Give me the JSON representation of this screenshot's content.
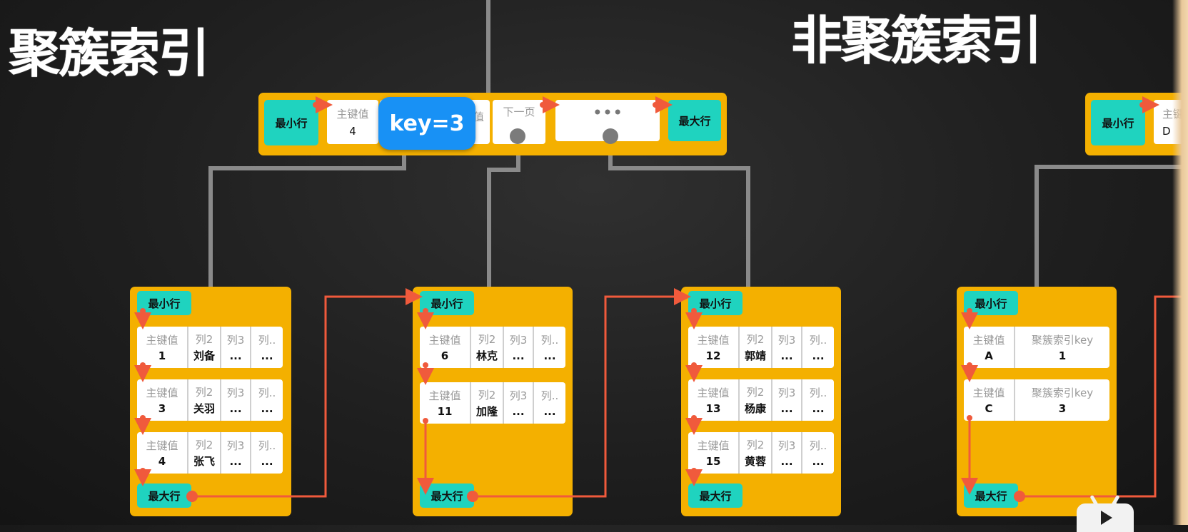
{
  "titles": {
    "left": "聚簇索引",
    "right": "非聚簇索引"
  },
  "labels": {
    "min_row": "最小行",
    "max_row": "最大行",
    "pk": "主键值",
    "next_page": "下一页",
    "ellipsis": "...",
    "dots": "•••",
    "col2": "列2",
    "col3": "列3",
    "col4": "列..",
    "cluster_key": "聚簇索引key"
  },
  "key_badge": "key=3",
  "root": {
    "entries": [
      {
        "header": "主键值",
        "value": "4"
      },
      {
        "header": "值",
        "value": ""
      },
      {
        "header": "下一页",
        "value": ""
      }
    ]
  },
  "leaf_pages": [
    {
      "rows": [
        {
          "pk": "1",
          "col2": "刘备"
        },
        {
          "pk": "3",
          "col2": "关羽"
        },
        {
          "pk": "4",
          "col2": "张飞"
        }
      ]
    },
    {
      "rows": [
        {
          "pk": "6",
          "col2": "林克"
        },
        {
          "pk": "11",
          "col2": "加隆"
        }
      ]
    },
    {
      "rows": [
        {
          "pk": "12",
          "col2": "郭靖"
        },
        {
          "pk": "13",
          "col2": "杨康"
        },
        {
          "pk": "15",
          "col2": "黄蓉"
        }
      ]
    }
  ],
  "secondary": {
    "root_first_value": "D",
    "root_first_header": "主键",
    "leaf_rows": [
      {
        "pk": "A",
        "key": "1"
      },
      {
        "pk": "C",
        "key": "3"
      }
    ]
  },
  "colors": {
    "page": "#f4b000",
    "sentinel": "#1fd3bf",
    "pointer": "#f05a3c",
    "wire": "#8a8a8a",
    "badge": "#1891f5"
  }
}
